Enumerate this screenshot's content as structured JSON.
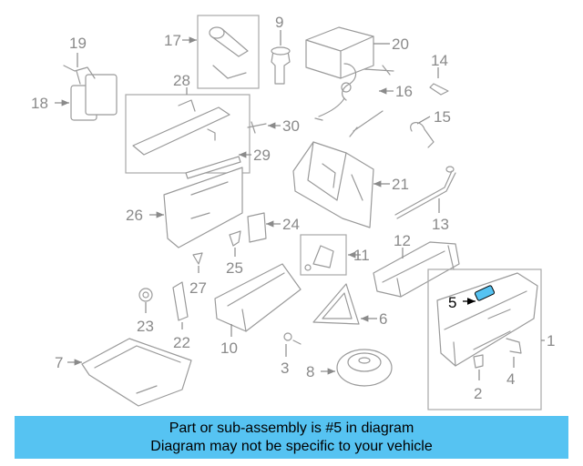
{
  "callouts": {
    "c1": "1",
    "c2": "2",
    "c3": "3",
    "c4": "4",
    "c5": "5",
    "c6": "6",
    "c7": "7",
    "c8": "8",
    "c9": "9",
    "c10": "10",
    "c11": "11",
    "c12": "12",
    "c13": "13",
    "c14": "14",
    "c15": "15",
    "c16": "16",
    "c17": "17",
    "c18": "18",
    "c19": "19",
    "c20": "20",
    "c21": "21",
    "c22": "22",
    "c23": "23",
    "c24": "24",
    "c25": "25",
    "c26": "26",
    "c27": "27",
    "c28": "28",
    "c29": "29",
    "c30": "30"
  },
  "highlight": {
    "part_number": "5",
    "color": "#56c3f2"
  },
  "banner": {
    "line1": "Part or sub-assembly is #5 in diagram",
    "line2": "Diagram may not be specific to your vehicle",
    "color": "#56c3f2"
  }
}
